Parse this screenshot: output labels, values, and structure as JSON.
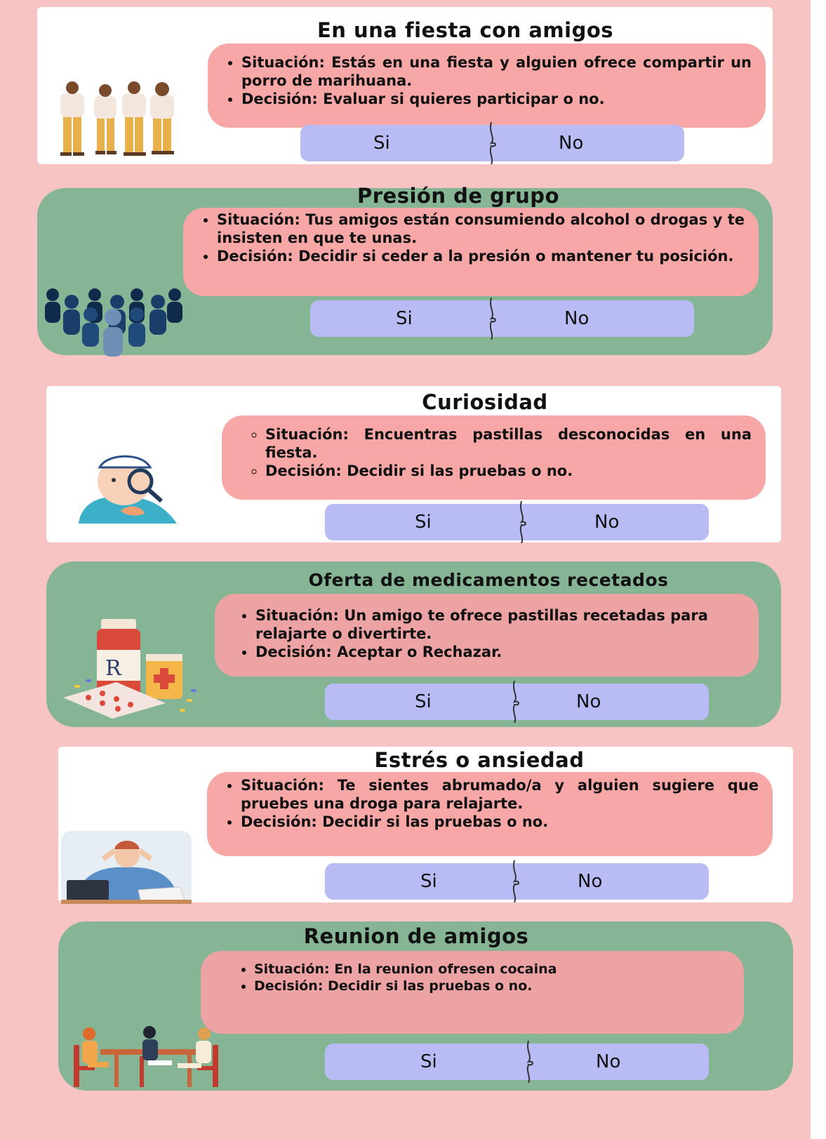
{
  "cards": [
    {
      "title": "En una fiesta con amigos",
      "items": [
        "Situación: Estás en una fiesta y alguien ofrece compartir un porro de marihuana.",
        "Decisión: Evaluar si quieres participar o no."
      ],
      "yes": "Si",
      "no": "No",
      "illustration": "group-of-friends"
    },
    {
      "title": "Presión de grupo",
      "items": [
        "Situación: Tus amigos están consumiendo alcohol o drogas y te insisten en que te unas.",
        "Decisión: Decidir si ceder a la presión o mantener tu posición."
      ],
      "yes": "Si",
      "no": "No",
      "illustration": "crowd-silhouettes"
    },
    {
      "title": "Curiosidad",
      "items": [
        "Situación: Encuentras pastillas desconocidas en una fiesta.",
        "Decisión:  Decidir si las pruebas o no."
      ],
      "yes": "Si",
      "no": "No",
      "illustration": "curious-person-magnifier"
    },
    {
      "title": "Oferta de medicamentos recetados",
      "items": [
        "Situación: Un amigo te ofrece pastillas recetadas para relajarte o divertirte.",
        "Decisión:  Aceptar o Rechazar."
      ],
      "yes": "Si",
      "no": "No",
      "illustration": "prescription-pills"
    },
    {
      "title": "Estrés o ansiedad",
      "items": [
        "Situación: Te sientes abrumado/a y alguien sugiere que pruebes una droga para relajarte.",
        "Decisión: Decidir si las pruebas o no."
      ],
      "yes": "Si",
      "no": "No",
      "illustration": "stressed-person"
    },
    {
      "title": "Reunion de amigos",
      "items": [
        "Situación: En la reunion ofresen cocaina",
        "Decisión: Decidir si las pruebas o no."
      ],
      "yes": "Si",
      "no": "No",
      "illustration": "friends-at-table"
    }
  ],
  "colors": {
    "background": "#f7c3c3",
    "card_white": "#ffffff",
    "card_green": "#86b596",
    "situation_box": "#f8a7a7",
    "choice_bar": "#b9bbf5"
  }
}
